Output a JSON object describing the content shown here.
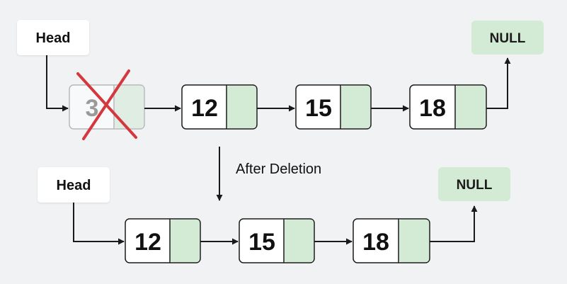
{
  "diagram": {
    "colors": {
      "background": "#f1f2f4",
      "node_fill": "#ffffff",
      "pointer_fill": "#d3ead5",
      "null_fill": "#d3ead5",
      "stroke": "#1a1a1a",
      "deleted_mark": "#d4373d",
      "deleted_text": "#9a9a9a"
    },
    "before": {
      "head_label": "Head",
      "null_label": "NULL",
      "nodes": [
        {
          "value": "3",
          "deleted": true
        },
        {
          "value": "12",
          "deleted": false
        },
        {
          "value": "15",
          "deleted": false
        },
        {
          "value": "18",
          "deleted": false
        }
      ]
    },
    "caption": "After Deletion",
    "after": {
      "head_label": "Head",
      "null_label": "NULL",
      "nodes": [
        {
          "value": "12"
        },
        {
          "value": "15"
        },
        {
          "value": "18"
        }
      ]
    }
  }
}
